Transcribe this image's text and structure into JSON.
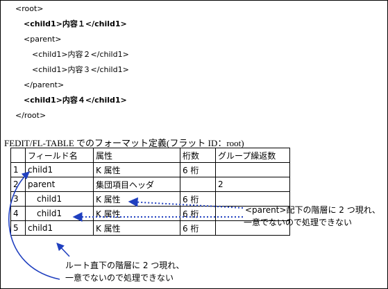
{
  "xml_lines": [
    {
      "text": "<root>",
      "bold": false
    },
    {
      "text": "<child1>内容１</child1>",
      "bold": true
    },
    {
      "text": "<parent>",
      "bold": false
    },
    {
      "text": "<child1>内容２</child1>",
      "bold": false
    },
    {
      "text": "<child1>内容３</child1>",
      "bold": false
    },
    {
      "text": "</parent>",
      "bold": false
    },
    {
      "text": "<child1>内容４</child1>",
      "bold": true
    },
    {
      "text": "</root>",
      "bold": false
    }
  ],
  "heading": "FEDIT/FL-TABLE でのフォーマット定義(フラット ID：root)",
  "table": {
    "headers": [
      "",
      "フィールド名",
      "属性",
      "桁数",
      "グループ繰返数"
    ],
    "rows": [
      {
        "no": "1",
        "name": "child1",
        "attr": "K 属性",
        "digits": "6 桁",
        "group": ""
      },
      {
        "no": "2",
        "name": "parent",
        "attr": "集団項目ヘッダ",
        "digits": "",
        "group": "2"
      },
      {
        "no": "3",
        "name": "child1",
        "attr": "K 属性",
        "digits": "6 桁",
        "group": ""
      },
      {
        "no": "4",
        "name": "child1",
        "attr": "K 属性",
        "digits": "6 桁",
        "group": ""
      },
      {
        "no": "5",
        "name": "child1",
        "attr": "K 属性",
        "digits": "6 桁",
        "group": ""
      }
    ]
  },
  "notes": {
    "parent_note_line1": "<parent>配下の階層に 2 つ現れ、",
    "parent_note_line2": "一意でないので処理できない",
    "root_note_line1": "ルート直下の階層に 2 つ現れ、",
    "root_note_line2": "一意でないので処理できない"
  },
  "colors": {
    "arrow": "#1f3fbf"
  }
}
